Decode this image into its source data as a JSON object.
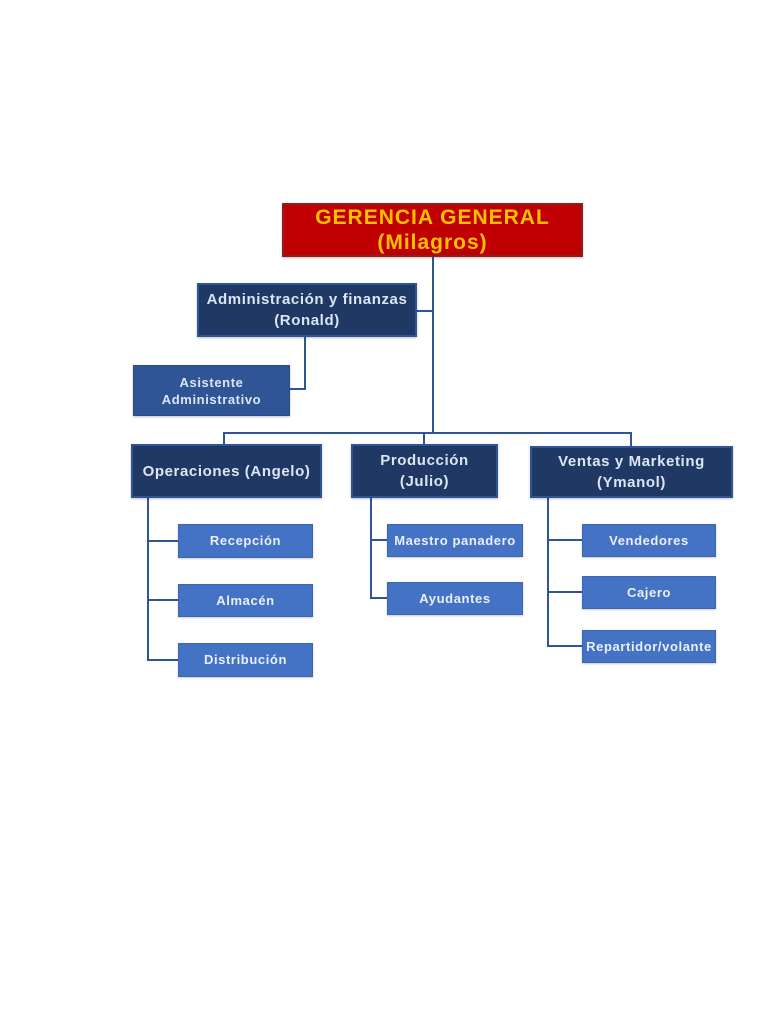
{
  "colors": {
    "root_fill": "#c00000",
    "root_border": "#8a2020",
    "root_text": "#ffc000",
    "navy_fill": "#1f3864",
    "navy_border": "#2e5597",
    "mid_fill": "#2f5597",
    "light_fill": "#4472c4",
    "box_text": "#dce6f2",
    "connector": "#2e5597",
    "page_background": "#ffffff"
  },
  "nodes": {
    "gerencia": {
      "line1": "GERENCIA GENERAL",
      "line2": "(Milagros)"
    },
    "admin": {
      "line1": "Administración y finanzas",
      "line2": "(Ronald)"
    },
    "asistente": {
      "line1": "Asistente",
      "line2": "Administrativo"
    },
    "operaciones": {
      "label": "Operaciones (Angelo)"
    },
    "produccion": {
      "line1": "Producción",
      "line2": "(Julio)"
    },
    "ventas": {
      "line1": "Ventas y Marketing",
      "line2": "(Ymanol)"
    },
    "operaciones_children": [
      "Recepción",
      "Almacén",
      "Distribución"
    ],
    "produccion_children": [
      "Maestro panadero",
      "Ayudantes"
    ],
    "ventas_children": [
      "Vendedores",
      "Cajero",
      "Repartidor/volante"
    ]
  }
}
